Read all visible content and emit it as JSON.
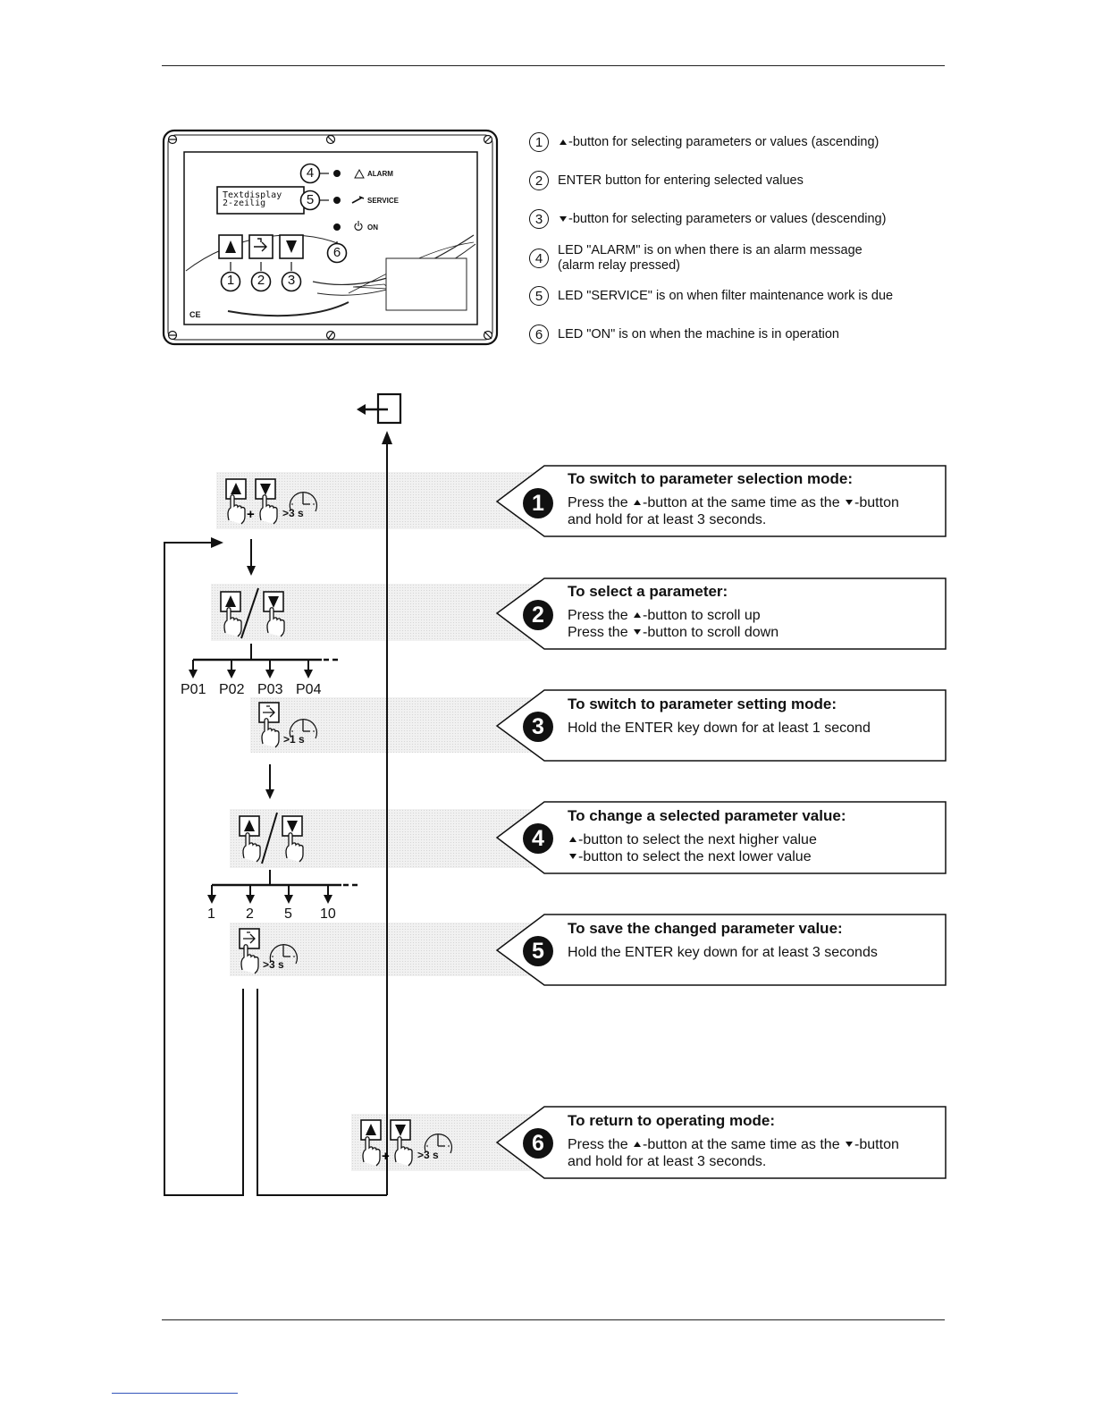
{
  "legend": [
    {
      "num": "1",
      "icon": "triangle-up",
      "text": "-button for selecting parameters or values (ascending)"
    },
    {
      "num": "2",
      "icon": "",
      "text": "ENTER button for entering selected values"
    },
    {
      "num": "3",
      "icon": "triangle-down",
      "text": "-button for selecting parameters or values (descending)"
    },
    {
      "num": "4",
      "icon": "",
      "text": "LED \"ALARM\" is on when there is an alarm message",
      "text2": "(alarm relay pressed)"
    },
    {
      "num": "5",
      "icon": "",
      "text": "LED \"SERVICE\" is on when filter maintenance work is due"
    },
    {
      "num": "6",
      "icon": "",
      "text": "LED \"ON\" is on when the machine is in operation"
    }
  ],
  "panel": {
    "display_line1": "Textdisplay",
    "display_line2": "2-zeilig",
    "alarm": "ALARM",
    "service": "SERVICE",
    "on": "ON",
    "ce": "CE",
    "callouts": [
      "1",
      "2",
      "3",
      "4",
      "5",
      "6"
    ]
  },
  "steps": [
    {
      "num": "1",
      "title": "To switch to parameter selection mode:",
      "l1a": "Press the ",
      "l1b": "-button at the same time as the ",
      "l1c": "-button",
      "l2": "and hold for at least 3 seconds."
    },
    {
      "num": "2",
      "title": "To select a parameter:",
      "l1a": "Press the ",
      "l1b": "-button to scroll up",
      "l2a": "Press the ",
      "l2b": "-button to scroll down"
    },
    {
      "num": "3",
      "title": "To switch to parameter setting mode:",
      "l1": "Hold the ENTER key down for at least 1 second"
    },
    {
      "num": "4",
      "title": "To change a selected parameter value:",
      "l1": "-button to select the next higher value",
      "l2": "-button to select the next lower value"
    },
    {
      "num": "5",
      "title": "To save the changed parameter value:",
      "l1": "Hold the ENTER key down for at least 3 seconds"
    },
    {
      "num": "6",
      "title": "To return to operating mode:",
      "l1a": "Press the ",
      "l1b": "-button at the same time as the ",
      "l1c": "-button",
      "l2": "and hold for at least 3 seconds."
    }
  ],
  "params": [
    "P01",
    "P02",
    "P03",
    "P04"
  ],
  "values": [
    "1",
    "2",
    "5",
    "10"
  ],
  "timers": {
    "t1": ">3 s",
    "t3": ">1 s",
    "t5": ">3 s",
    "t6": ">3 s"
  }
}
